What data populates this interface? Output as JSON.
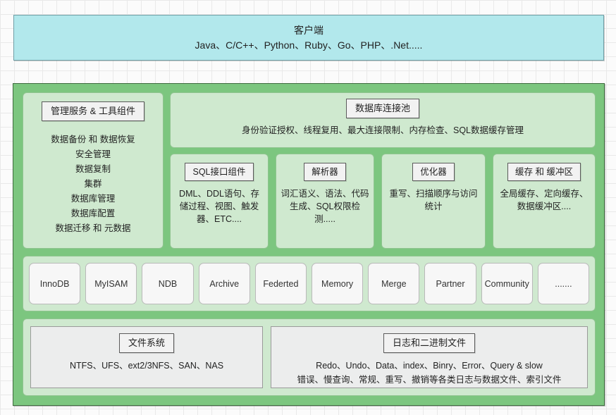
{
  "client": {
    "title": "客户端",
    "technologies": "Java、C/C++、Python、Ruby、Go、PHP、.Net....."
  },
  "server": {
    "management": {
      "title": "管理服务 & 工具组件",
      "items": "数据备份 和 数据恢复\n安全管理\n数据复制\n集群\n数据库管理\n数据库配置\n数据迁移 和 元数据"
    },
    "connection_pool": {
      "title": "数据库连接池",
      "items": "身份验证授权、线程复用、最大连接限制、内存检查、SQL数据缓存管理"
    },
    "components": [
      {
        "title": "SQL接口组件",
        "items": "DML、DDL语句、存储过程、视图、触发器、ETC...."
      },
      {
        "title": "解析器",
        "items": "词汇语义、语法、代码生成、SQL权限检测....."
      },
      {
        "title": "优化器",
        "items": "重写、扫描顺序与访问统计"
      },
      {
        "title": "缓存 和 缓冲区",
        "items": "全局缓存、定向缓存、数据缓冲区...."
      }
    ],
    "engines": [
      "InnoDB",
      "MyISAM",
      "NDB",
      "Archive",
      "Federted",
      "Memory",
      "Merge",
      "Partner",
      "Community",
      "......."
    ],
    "storage": [
      {
        "title": "文件系统",
        "items": "NTFS、UFS、ext2/3NFS、SAN、NAS"
      },
      {
        "title": "日志和二进制文件",
        "items": "Redo、Undo、Data、index、Binry、Error、Query & slow\n错误、慢查询、常规、重写、撤销等各类日志与数据文件、索引文件"
      }
    ]
  },
  "colors": {
    "client_fill": "#b2e8ec",
    "server_fill": "#7cc67f",
    "panel_fill": "#cfe9cf",
    "chip_fill": "#f2f2f2",
    "engine_fill": "#f7f7f7",
    "storage_fill": "#eceded"
  }
}
